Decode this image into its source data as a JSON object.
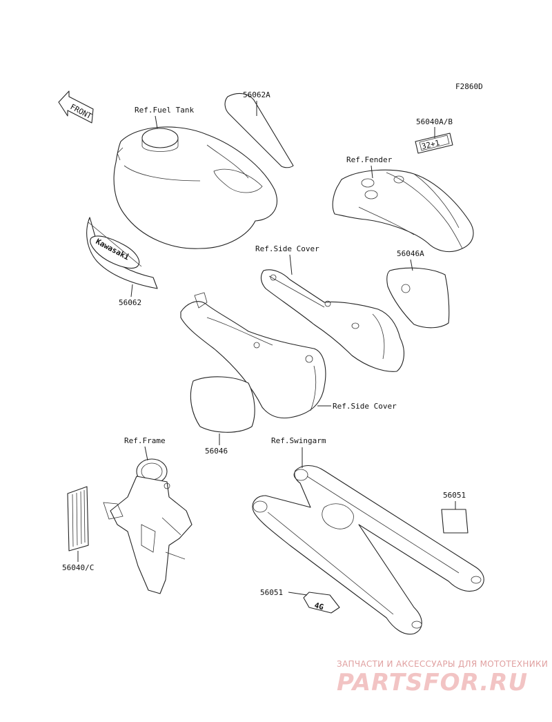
{
  "diagram_code": "F2860D",
  "front_arrow_text": "FRONT",
  "labels": {
    "fuel_tank": "Ref.Fuel Tank",
    "p56062A": "56062A",
    "p56040AB": "56040A/B",
    "fender": "Ref.Fender",
    "p56062": "56062",
    "side_cover_top": "Ref.Side Cover",
    "p56046A": "56046A",
    "side_cover_bottom": "Ref.Side Cover",
    "p56046": "56046",
    "frame": "Ref.Frame",
    "swingarm": "Ref.Swingarm",
    "p56051_right": "56051",
    "p56040C": "56040/C",
    "p56051_bottom": "56051"
  },
  "decal_text": {
    "tank_brand": "Kawasaki",
    "fender_plate": "32+1",
    "swingarm_badge": "4G"
  },
  "watermark": {
    "line1": "ЗАПЧАСТИ И АКСЕССУАРЫ ДЛЯ МОТОТЕХНИКИ",
    "line2": "PARTSFOR.RU"
  }
}
